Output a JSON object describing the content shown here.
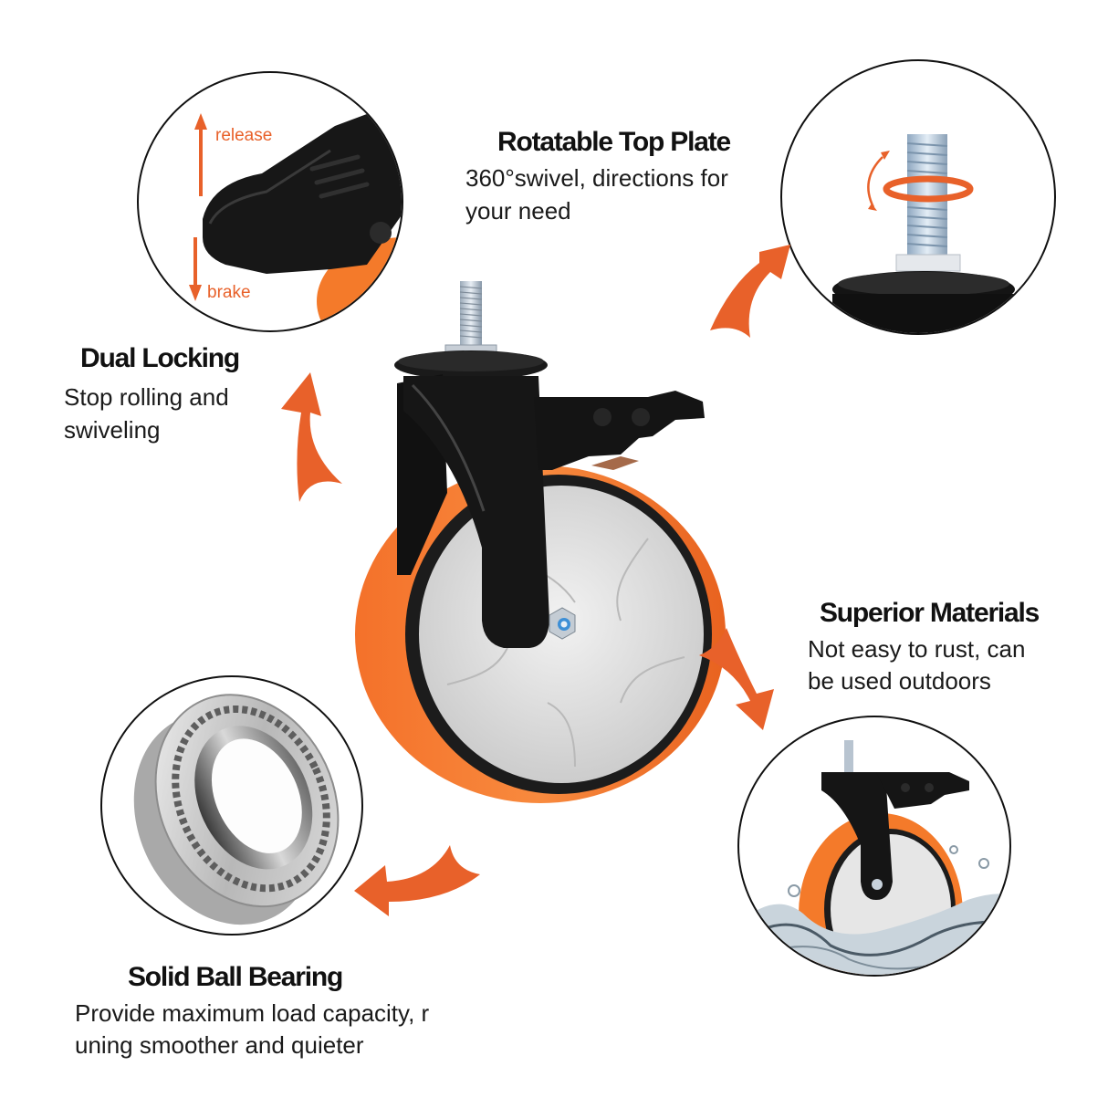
{
  "colors": {
    "accent_orange": "#e8612a",
    "wheel_orange": "#f47a2a",
    "bracket_black": "#151515",
    "hub_silver": "#dcdcdc",
    "text_dark": "#111111",
    "background": "#ffffff"
  },
  "features": [
    {
      "id": "dual-locking",
      "title": "Dual Locking",
      "description_lines": [
        "Stop rolling and",
        "swiveling"
      ],
      "inset_labels": {
        "up": "release",
        "down": "brake"
      },
      "arrow_icon": "curved-arrow-up-icon"
    },
    {
      "id": "rotatable-top-plate",
      "title": "Rotatable Top Plate",
      "description_lines": [
        "360°swivel, directions for",
        "your need"
      ],
      "arrow_icon": "curved-arrow-up-right-icon"
    },
    {
      "id": "superior-materials",
      "title": "Superior Materials",
      "description_lines": [
        "Not easy to rust, can",
        "be used outdoors"
      ],
      "arrow_icon": "curved-arrow-down-right-icon"
    },
    {
      "id": "solid-ball-bearing",
      "title": "Solid Ball Bearing",
      "description_lines": [
        "Provide maximum load capacity, r",
        "uning smoother and quieter"
      ],
      "arrow_icon": "curved-arrow-left-icon"
    }
  ]
}
